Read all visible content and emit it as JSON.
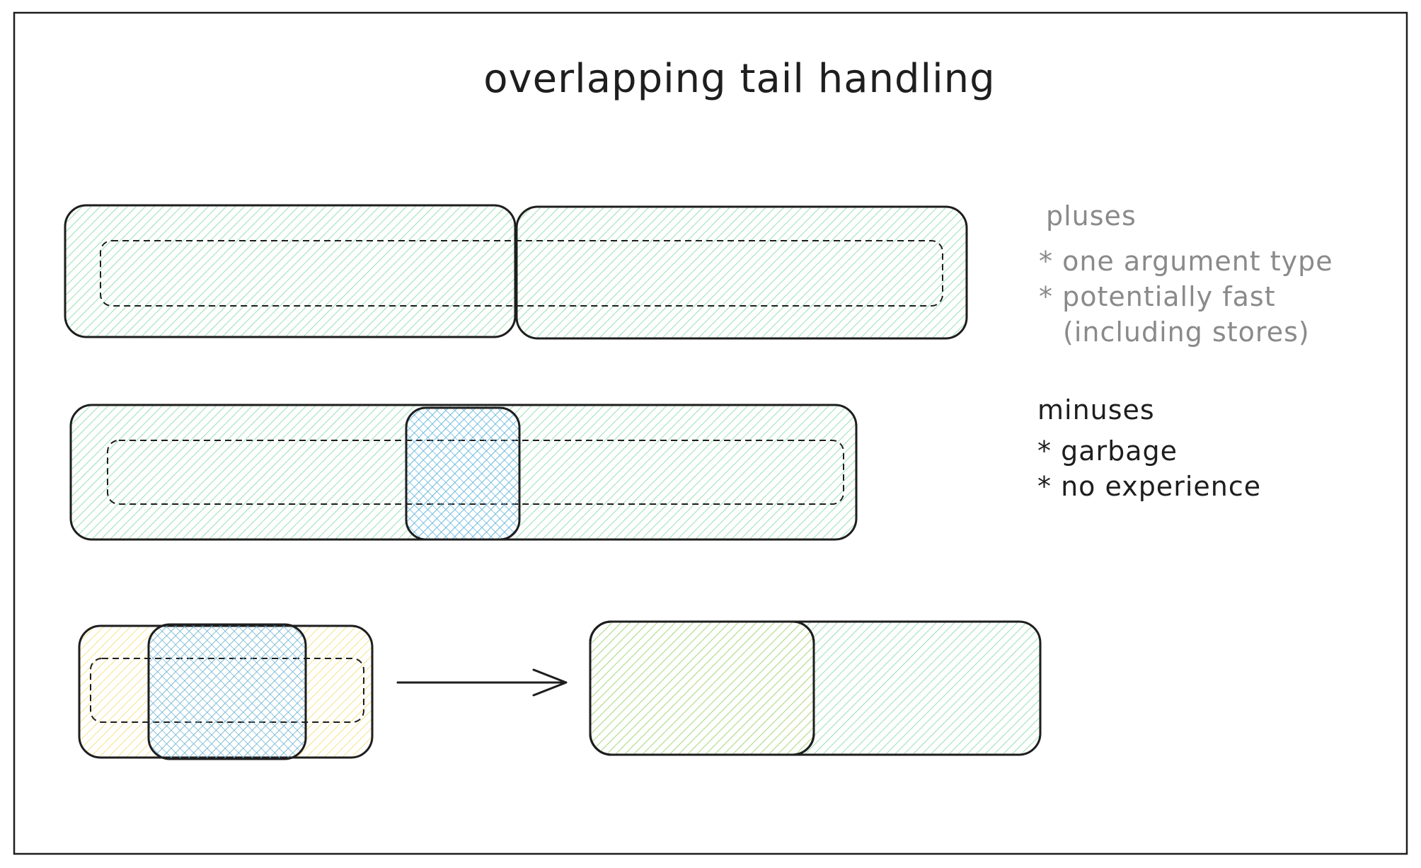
{
  "title": "overlapping tail handling",
  "pluses": {
    "heading": "pluses",
    "items": [
      "* one argument type",
      "* potentially fast",
      "(including stores)"
    ]
  },
  "minuses": {
    "heading": "minuses",
    "items": [
      "* garbage",
      "* no experience"
    ]
  },
  "colors": {
    "green_hatch": "#7fd99a",
    "blue_hatch": "#5aaee8",
    "yellow_hatch": "#f2dc6a",
    "stroke": "#1e1e1e",
    "gray_text": "#8a8a8a"
  }
}
